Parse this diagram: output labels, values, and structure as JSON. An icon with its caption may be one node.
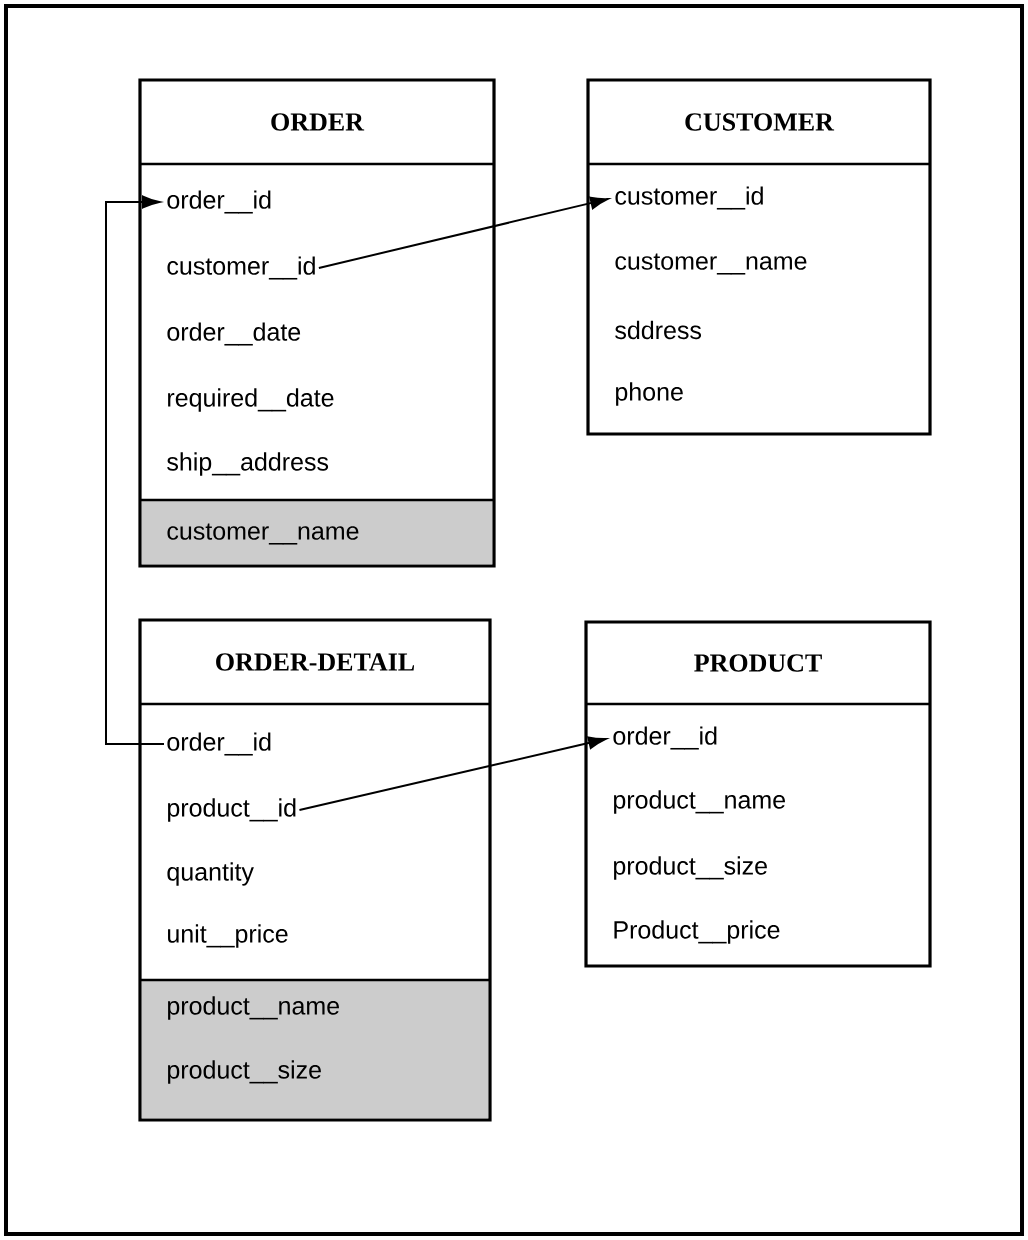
{
  "diagram": {
    "nodes": [
      {
        "text": [
          "ORDER"
        ]
      },
      {
        "text": [
          "order__id"
        ],
        "in": 0
      },
      {
        "text": [
          "customer__id"
        ],
        "in": 0
      },
      {
        "text": [
          "order__date"
        ],
        "in": 0
      },
      {
        "text": [
          "required__date"
        ],
        "in": 0
      },
      {
        "text": [
          "ship__address"
        ],
        "in": 0
      },
      {
        "text": [
          "customer__name"
        ],
        "in": 0
      },
      {
        "text": [
          "CUSTOMER"
        ]
      },
      {
        "text": [
          "customer__id"
        ],
        "in": 7
      },
      {
        "text": [
          "customer__name"
        ],
        "in": 7
      },
      {
        "text": [
          "sddress"
        ],
        "in": 7
      },
      {
        "text": [
          "phone"
        ],
        "in": 7
      },
      {
        "text": [
          "ORDER-DETAIL"
        ]
      },
      {
        "text": [
          "order__id"
        ],
        "in": 12
      },
      {
        "text": [
          "product__id"
        ],
        "in": 12
      },
      {
        "text": [
          "quantity"
        ],
        "in": 12
      },
      {
        "text": [
          "unit__price"
        ],
        "in": 12
      },
      {
        "text": [
          "product__name"
        ],
        "in": 12
      },
      {
        "text": [
          "product__size"
        ],
        "in": 12
      },
      {
        "text": [
          "PRODUCT"
        ]
      },
      {
        "text": [
          "order__id"
        ],
        "in": 19
      },
      {
        "text": [
          "product__name"
        ],
        "in": 19
      },
      {
        "text": [
          "product__size"
        ],
        "in": 19
      },
      {
        "text": [
          "Product__price"
        ],
        "in": 19
      }
    ],
    "edges": [
      {
        "from": 2,
        "to": 8,
        "arrow": "to"
      },
      {
        "from": 13,
        "to": 1,
        "arrow": "to"
      },
      {
        "from": 14,
        "to": 20,
        "arrow": "to"
      }
    ]
  }
}
